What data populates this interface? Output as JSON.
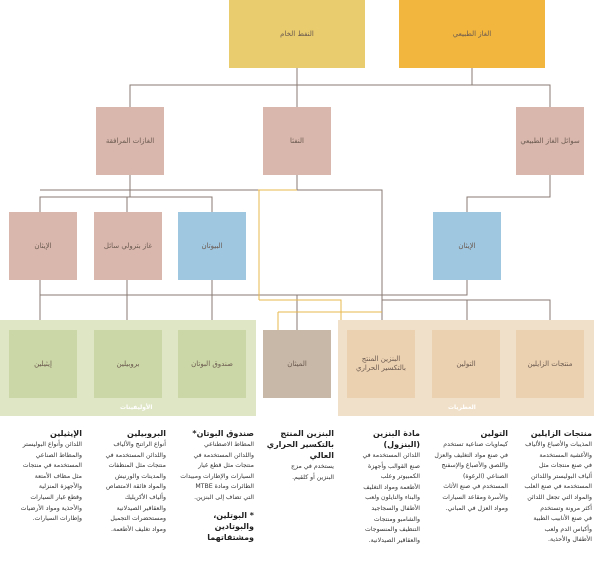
{
  "sources": {
    "crude": "النفط الخام",
    "gas": "الغاز الطبيعي"
  },
  "mid": {
    "associated": "الغازات المرافقة",
    "naphtha": "النفثا",
    "ngl": "سوائل الغاز الطبيعي"
  },
  "feed": {
    "ethane": "الإيثان",
    "lpg": "غاز بترولي سائل",
    "butane": "البيوتان",
    "ethane2": "الإيثان"
  },
  "products": {
    "ethylene": "إيثيلين",
    "propylene": "بروبيلين",
    "c4": "صندوق البوتان",
    "methane": "الميثان",
    "pygas": "البنزين المنتج بالتكسير الحراري",
    "toluene": "التولين",
    "xylene": "منتجات الزايلين"
  },
  "bands": {
    "olefins": "الأوليفينات",
    "aromatics": "العطريات"
  },
  "columns": [
    {
      "title": "الإيثيلين",
      "body": [
        "اللدائن وأنواع البوليستر",
        "والمطاط الصناعي",
        "المستخدمة في منتجات",
        "مثل مظاف الأمتعة",
        "والأجهزة المنزلية",
        "وقطع غيار السيارات",
        "والأحذية ومواد الأرضيات",
        "وإطارات السيارات."
      ]
    },
    {
      "title": "البروبيلين",
      "body": [
        "أنواع الراتنج والألياف",
        "واللدائن المستخدمة في",
        "منتجات مثل المنظفات",
        "والمدينات والورنيش",
        "والمواد فائقة الامتصاص",
        "وألياف الأكريليك",
        "والعقاقير الصيدلانية",
        "ومستحضرات التجميل",
        "ومواد تغليف الأطعمة."
      ]
    },
    {
      "title": "صندوق البوتان*",
      "body": [
        "المطاط الاصطناعي",
        "واللدائن المستخدمة في",
        "منتجات مثل قطع غيار",
        "السيارات والإطارات ومبيدات",
        "الطائرات ومادة MTBE",
        "التي تضاف إلى البنزين."
      ],
      "note": "* البوتلين، والبوتادين ومشتقاتهما"
    },
    {
      "title": "البنزين المنتج بالتكسير الحراري العالي",
      "body": [
        "يستخدم في مزج",
        "البنزين أو كلقيم."
      ]
    },
    {
      "title": "مادة البنزين (البنزول)",
      "body": [
        "اللدائن المستخدمة في",
        "صنع القوالب وأجهزة",
        "الكمبيوتر وعلب",
        "الأطعمة ومواد التغليف",
        "والبناء والنايلون ولعب",
        "الأطفال والسجاجيد",
        "والشامبو ومنتجات",
        "التنظيف والمنسوجات",
        "والعقاقير الصيدلانية."
      ]
    },
    {
      "title": "التولين",
      "body": [
        "كيماويات صناعية تستخدم",
        "في صنع مواد التغليف والعزل",
        "واللصق والأصباغ والإسفنج",
        "الصناعي (الرغوة)",
        "المستخدم في صنع الأثاث",
        "والأسرة ومقاعد السيارات",
        "ومواد العزل في المباني."
      ]
    },
    {
      "title": "منتجات الزايلين",
      "body": [
        "المذيبات والأصباغ والألياف",
        "والأغشية المستخدمة",
        "في صنع منتجات مثل",
        "ألياف البوليستر واللدائن",
        "المستخدمة في صنع العلب",
        "والمواد التي تجعل اللدائن",
        "أكثر مرونة وتستخدم",
        "في صنع الأنابيب الطبية",
        "وأكياس الدم ولعب",
        "الأطفال والأحذية."
      ]
    }
  ],
  "colors": {
    "source": "#e8cc6e",
    "mid": "#d9b7ad",
    "blue": "#9fc7e0",
    "olefin": "#cbd7a6",
    "aromatic": "#ecd1b0",
    "methane": "#c7b8a8",
    "lines": "#8a7a72",
    "orange": "#e8b84c"
  }
}
